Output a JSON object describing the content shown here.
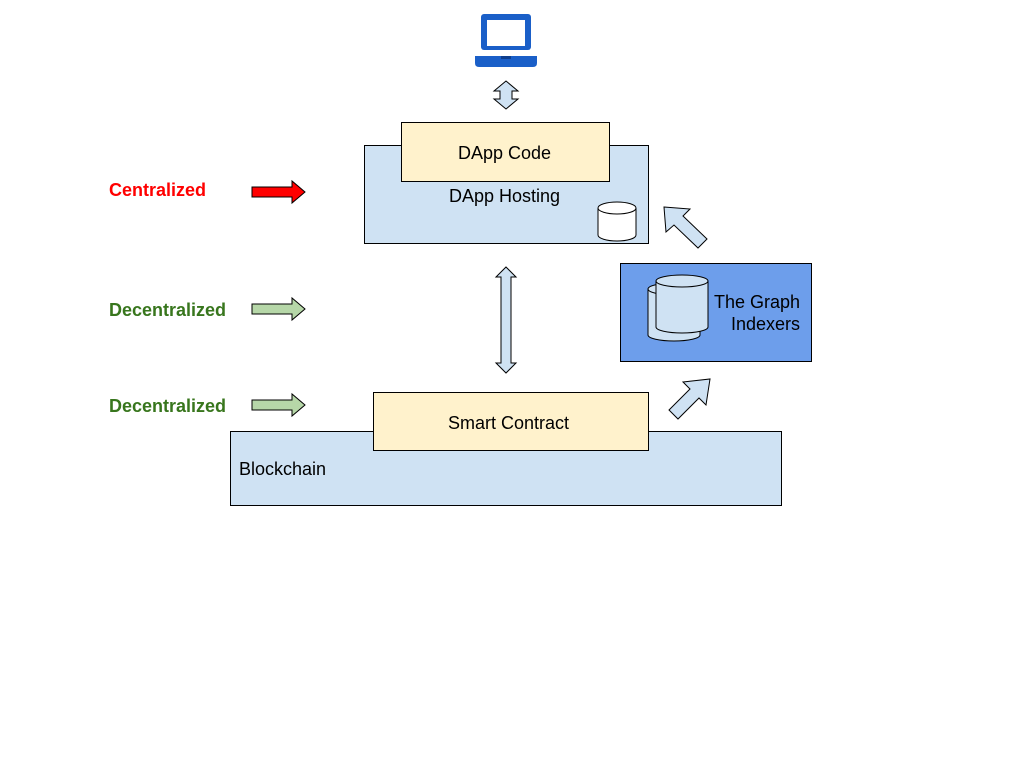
{
  "side_labels": [
    {
      "text": "Centralized",
      "color": "#ff0000",
      "arrow_color": "#ff0000"
    },
    {
      "text": "Decentralized",
      "color": "#38761d",
      "arrow_color": "#b6d7a8"
    },
    {
      "text": "Decentralized",
      "color": "#38761d",
      "arrow_color": "#b6d7a8"
    }
  ],
  "nodes": {
    "client": {
      "icon": "laptop-icon",
      "color": "#1a5fc8"
    },
    "dapp_code": {
      "label": "DApp Code"
    },
    "dapp_hosting": {
      "label": "DApp Hosting",
      "icon": "database-icon"
    },
    "graph_indexers": {
      "label_line1": "The Graph",
      "label_line2": "Indexers",
      "icon": "database-stack-icon"
    },
    "smart_contract": {
      "label": "Smart Contract"
    },
    "blockchain": {
      "label": "Blockchain"
    }
  },
  "colors": {
    "light_blue": "#cfe2f3",
    "cream": "#fff2cc",
    "strong_blue": "#6d9eeb"
  }
}
